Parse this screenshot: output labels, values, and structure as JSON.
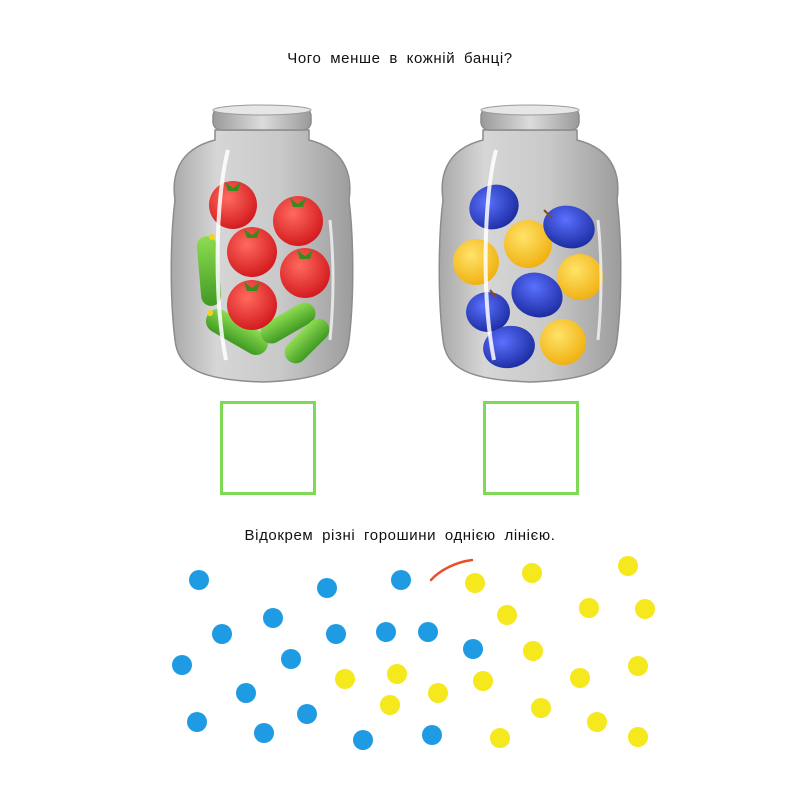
{
  "worksheet": {
    "task1": {
      "question": "Чого менше в кожній банці?"
    },
    "task2": {
      "instruction": "Відокрем різні горошини однією лінією."
    }
  },
  "colors": {
    "answer_box_border": "#7ed957",
    "dot_blue": "#1e9be3",
    "dot_yellow": "#f5e81c",
    "tomato": "#e8262a",
    "cucumber": "#6cc63c",
    "plum": "#2a3fc4",
    "apricot": "#f7c21a",
    "pencil_mark": "#e8502a"
  },
  "jars": [
    {
      "name": "jar-left",
      "contents": [
        "tomato-icon",
        "cucumber-icon"
      ]
    },
    {
      "name": "jar-right",
      "contents": [
        "plum-icon",
        "apricot-icon"
      ]
    }
  ]
}
